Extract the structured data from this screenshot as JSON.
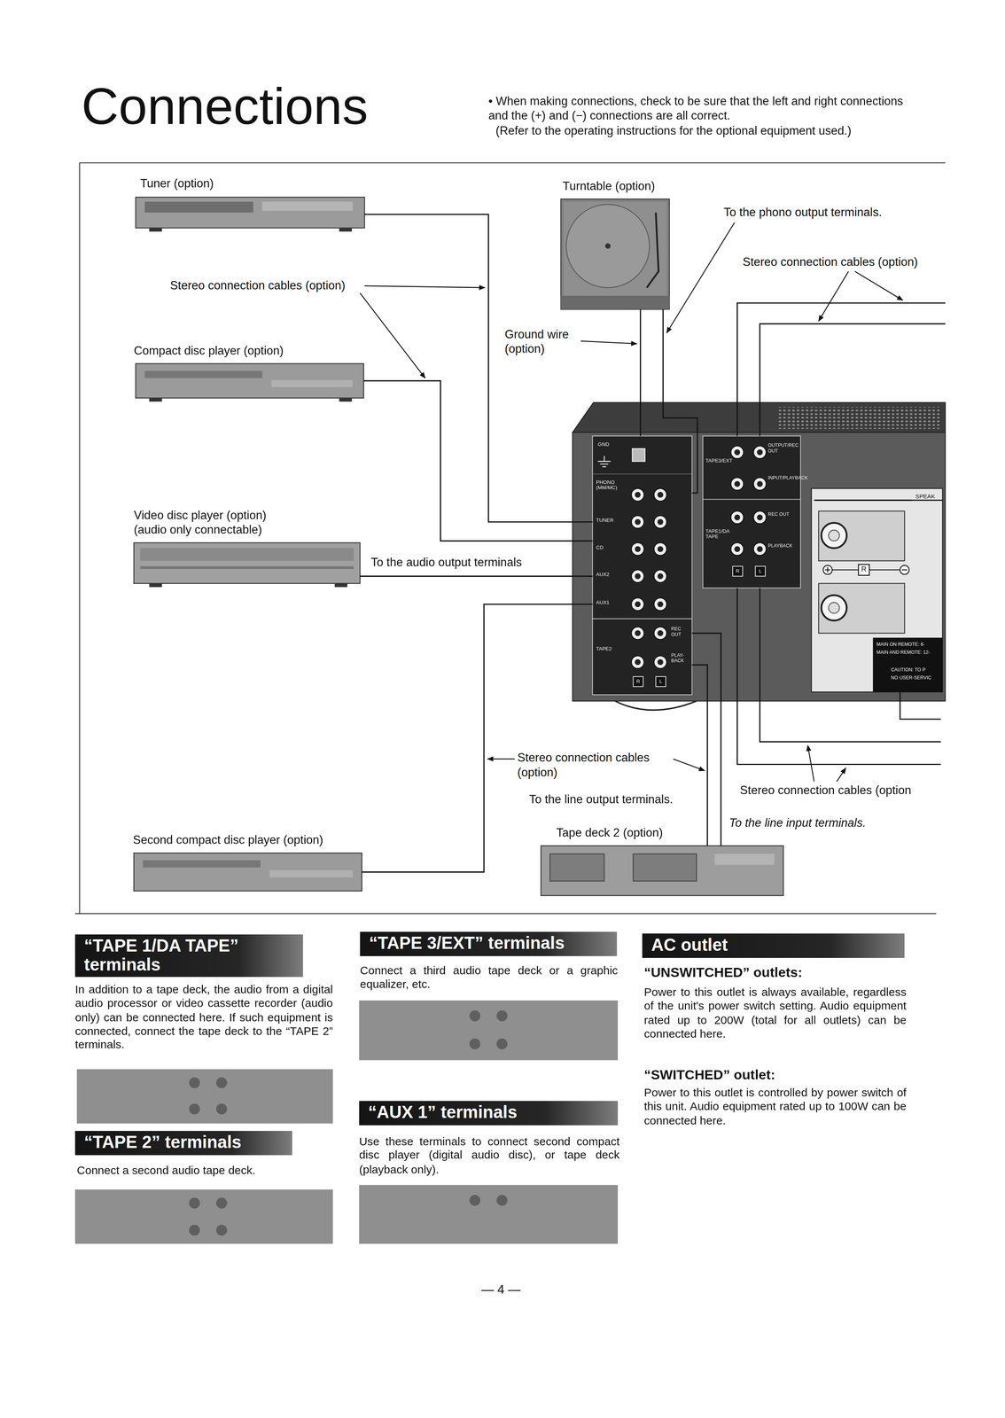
{
  "diagram": {
    "title": "Connections",
    "nodes": [
      {
        "text": [
          "Tuner (option)"
        ]
      },
      {
        "text": [
          "Turntable (option)"
        ]
      },
      {
        "text": [
          "Compact disc player (option)"
        ]
      },
      {
        "text": [
          "SPEAK",
          "MAIN ON REMOTE: 6-",
          "MAIN AND REMOTE: 12-",
          "CAUTION: TO P",
          "NO USER-SERVIC"
        ]
      },
      {
        "text": [
          "GND"
        ],
        "in": 3
      },
      {
        "text": [
          "PHONO (MM/MC)"
        ],
        "in": 3
      },
      {
        "text": [
          "TUNER"
        ],
        "in": 3
      },
      {
        "text": [
          "CD"
        ],
        "in": 3
      },
      {
        "text": [
          "AUX2"
        ],
        "in": 3
      },
      {
        "text": [
          "AUX1"
        ],
        "in": 3
      },
      {
        "text": [
          "TAPE2",
          "REC OUT",
          "PLAY-BACK",
          "R",
          "L"
        ],
        "in": 3
      },
      {
        "text": [
          "TAPE3/EXT",
          "OUTPUT/REC OUT",
          "INPUT/PLAYBACK"
        ],
        "in": 3
      },
      {
        "text": [
          "TAPE1/DA TAPE",
          "REC OUT",
          "PLAYBACK",
          "R",
          "L"
        ],
        "in": 3
      },
      {
        "text": [
          "Video disc player (option) (audio only connectable)"
        ]
      },
      {
        "text": [
          "Second compact disc player (option)"
        ]
      },
      {
        "text": [
          "Tape deck 2 (option)"
        ]
      },
      {
        "text": [
          "“TAPE 1/DA TAPE” terminals"
        ]
      },
      {
        "text": [
          "“TAPE 2” terminals"
        ]
      },
      {
        "text": [
          "“TAPE 3/EXT” terminals"
        ]
      },
      {
        "text": [
          "“AUX 1” terminals"
        ]
      },
      {
        "text": [
          "AC outlet"
        ]
      }
    ],
    "edges": [
      {
        "from": 0,
        "to": 6,
        "arrow": "none"
      },
      {
        "from": 2,
        "to": 7,
        "arrow": "none"
      },
      {
        "from": 13,
        "to": 8,
        "arrow": "none"
      },
      {
        "from": 14,
        "to": 9,
        "arrow": "none"
      },
      {
        "from": 1,
        "to": 5,
        "arrow": "none"
      },
      {
        "from": 1,
        "to": 4,
        "arrow": "none"
      },
      {
        "from": 10,
        "to": 15,
        "arrow": "none"
      },
      {
        "from": 15,
        "to": 10,
        "arrow": "none"
      }
    ],
    "labels": [
      "• When making connections, check to be sure that the left and right connections and the (+) and (−) connections are all correct.",
      "(Refer to the operating instructions for the optional equipment used.)",
      "Stereo connection cables (option)",
      "Ground wire (option)",
      "To the phono output terminals.",
      "Stereo connection cables (option)",
      "To the audio output terminals",
      "Stereo connection cables (option)",
      "To the line output terminals.",
      "Stereo connection cables (option",
      "To the line input terminals.",
      "R",
      "In addition to a tape deck, the audio from a digital audio processor or video cassette recorder (audio only) can be connected here. If such equipment is connected, connect the tape deck to the “TAPE 2” terminals.",
      "Connect a second audio tape deck.",
      "Connect a third audio tape deck or a graphic equalizer, etc.",
      "Use these terminals to connect second compact disc player (digital audio disc), or tape deck (playback only).",
      "“UNSWITCHED” outlets:",
      "Power to this outlet is always available, regardless of the unit's power switch setting. Audio equipment rated up to 200W (total for all outlets) can be connected here.",
      "“SWITCHED” outlet:",
      "Power to this outlet is controlled by power switch of this unit. Audio equipment rated up to 100W can be connected here.",
      "— 4 —"
    ]
  }
}
